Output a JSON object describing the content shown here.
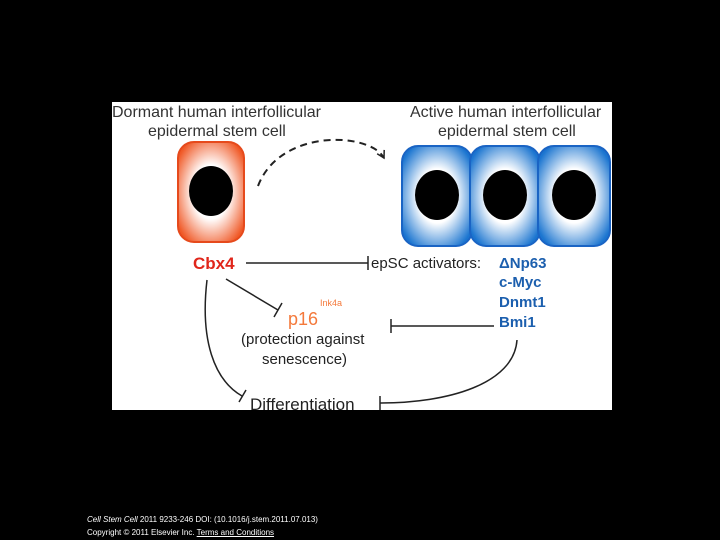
{
  "diagram": {
    "dormant_title_line1": "Dormant human interfollicular",
    "dormant_title_line2": "epidermal stem cell",
    "active_title_line1": "Active human interfollicular",
    "active_title_line2": "epidermal stem cell",
    "cbx4": "Cbx4",
    "activators_label": "epSC activators:",
    "activators": [
      "ΔNp63",
      "c-Myc",
      "Dnmt1",
      "Bmi1"
    ],
    "p16": "p16",
    "p16_superscript": "Ink4a",
    "protection_line1": "(protection against",
    "protection_line2": "senescence)",
    "differentiation": "Differentiation",
    "colors": {
      "dormant_cell": "#f05a28",
      "active_cell": "#1b75d0",
      "red_text": "#e0261b",
      "blue_text": "#1c5fae",
      "p16_text": "#f4793b",
      "arrows": "#222222"
    }
  },
  "caption": {
    "journal": "Cell Stem Cell",
    "citation": " 2011 9233-246 DOI: (10.1016/j.stem.2011.07.013)",
    "copyright": "Copyright © 2011 Elsevier Inc.",
    "terms_link": "Terms and Conditions"
  }
}
